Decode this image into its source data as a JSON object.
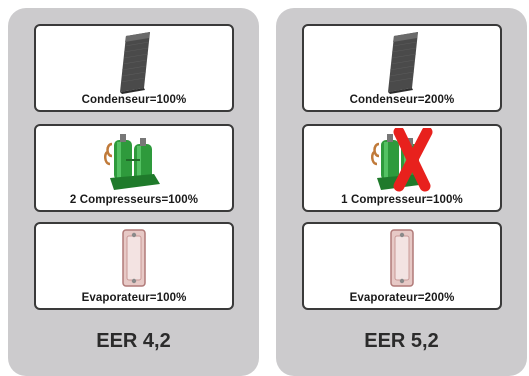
{
  "panels": [
    {
      "cards": [
        {
          "label": "Condenseur=100%",
          "icon": "condenser-icon"
        },
        {
          "label": "2 Compresseurs=100%",
          "icon": "compressor-pair-icon"
        },
        {
          "label": "Evaporateur=100%",
          "icon": "evaporator-icon"
        }
      ],
      "eer": "EER 4,2"
    },
    {
      "cards": [
        {
          "label": "Condenseur=200%",
          "icon": "condenser-icon"
        },
        {
          "label": "1 Compresseur=100%",
          "icon": "compressor-disabled-icon"
        },
        {
          "label": "Evaporateur=200%",
          "icon": "evaporator-icon"
        }
      ],
      "eer": "EER 5,2"
    }
  ],
  "colors": {
    "panel": "#cccbcd",
    "card_border": "#3a3a3a",
    "compressor_green": "#2e9a3c",
    "cross_red": "#e8211d"
  }
}
